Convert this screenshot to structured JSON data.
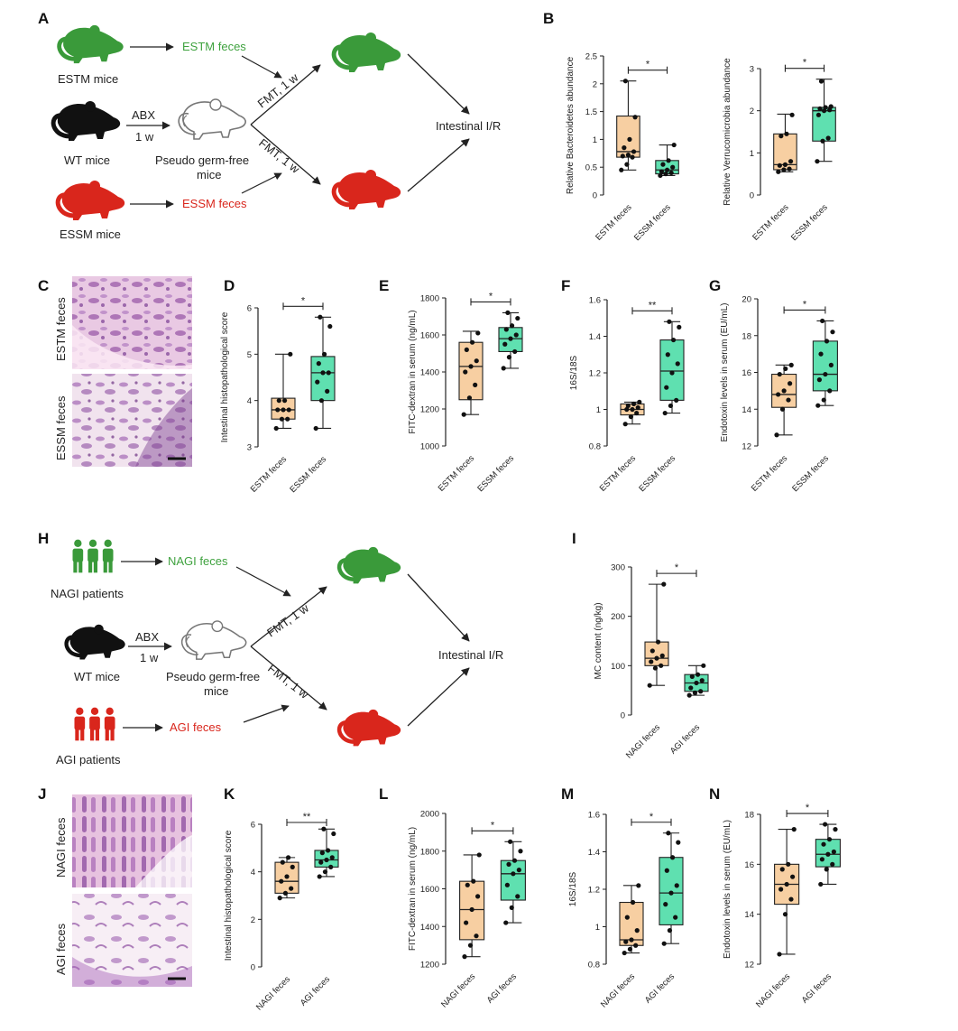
{
  "colors": {
    "green": "#3a9a3a",
    "black": "#111111",
    "red": "#d9261c",
    "box_orange": "#f7cfa2",
    "box_teal": "#5fe0b0",
    "green_text": "#3fa23f",
    "red_text": "#d9261c"
  },
  "panel_labels": [
    "A",
    "B",
    "C",
    "D",
    "E",
    "F",
    "G",
    "H",
    "I",
    "J",
    "K",
    "L",
    "M",
    "N"
  ],
  "schemeA": {
    "estm_mice": "ESTM mice",
    "estm_feces": "ESTM feces",
    "wt_mice": "WT mice",
    "abx": "ABX",
    "one_w": "1 w",
    "pgf_line1": "Pseudo germ-free",
    "pgf_line2": "mice",
    "essm_mice": "ESSM mice",
    "essm_feces": "ESSM feces",
    "fmt_top": "FMT, 1 w",
    "fmt_bottom": "FMT, 1 w",
    "outcome": "Intestinal I/R"
  },
  "schemeH": {
    "nagi_patients": "NAGI patients",
    "nagi_feces": "NAGI feces",
    "wt_mice": "WT mice",
    "abx": "ABX",
    "one_w": "1 w",
    "pgf_line1": "Pseudo germ-free",
    "pgf_line2": "mice",
    "agi_patients": "AGI patients",
    "agi_feces": "AGI feces",
    "fmt_top": "FMT, 1 w",
    "fmt_bottom": "FMT, 1 w",
    "outcome": "Intestinal I/R"
  },
  "histology": {
    "C_top": "ESTM feces",
    "C_bottom": "ESSM feces",
    "J_top": "NAGI feces",
    "J_bottom": "AGI feces"
  },
  "chart_data": [
    {
      "id": "B1",
      "type": "box",
      "ylabel": "Relative Bacteroidetes abundance",
      "ylim": [
        0,
        2.5
      ],
      "ticks": [
        0.0,
        0.5,
        1.0,
        1.5,
        2.0,
        2.5
      ],
      "categories": [
        "ESTM feces",
        "ESSM feces"
      ],
      "significance": "*",
      "boxes": [
        {
          "min": 0.45,
          "q1": 0.68,
          "median": 0.78,
          "q3": 1.42,
          "max": 2.05,
          "points": [
            0.45,
            0.55,
            0.68,
            0.7,
            0.72,
            0.78,
            0.85,
            1.0,
            1.4,
            2.05
          ]
        },
        {
          "min": 0.35,
          "q1": 0.38,
          "median": 0.45,
          "q3": 0.62,
          "max": 0.9,
          "points": [
            0.35,
            0.38,
            0.4,
            0.42,
            0.45,
            0.5,
            0.55,
            0.62,
            0.9
          ]
        }
      ]
    },
    {
      "id": "B2",
      "type": "box",
      "ylabel": "Relative Verrucomicrobia abundance",
      "ylim": [
        0,
        3
      ],
      "ticks": [
        0,
        1,
        2,
        3
      ],
      "categories": [
        "ESTM feces",
        "ESSM feces"
      ],
      "significance": "*",
      "boxes": [
        {
          "min": 0.55,
          "q1": 0.6,
          "median": 0.72,
          "q3": 1.45,
          "max": 1.92,
          "points": [
            0.55,
            0.6,
            0.62,
            0.7,
            0.72,
            0.8,
            1.4,
            1.45,
            1.9
          ]
        },
        {
          "min": 0.8,
          "q1": 1.28,
          "median": 2.0,
          "q3": 2.08,
          "max": 2.75,
          "points": [
            0.8,
            1.28,
            1.35,
            1.9,
            2.0,
            2.02,
            2.05,
            2.08,
            2.1,
            2.7
          ]
        }
      ]
    },
    {
      "id": "D",
      "type": "box",
      "ylabel": "Intestinal histopathological score",
      "ylim": [
        3,
        6
      ],
      "ticks": [
        3,
        4,
        5,
        6
      ],
      "categories": [
        "ESTM feces",
        "ESSM feces"
      ],
      "significance": "*",
      "boxes": [
        {
          "min": 3.4,
          "q1": 3.6,
          "median": 3.8,
          "q3": 4.05,
          "max": 5.0,
          "points": [
            3.4,
            3.6,
            3.6,
            3.8,
            3.8,
            3.8,
            4.0,
            4.0,
            5.0
          ]
        },
        {
          "min": 3.4,
          "q1": 4.0,
          "median": 4.6,
          "q3": 4.95,
          "max": 5.8,
          "points": [
            3.4,
            4.0,
            4.2,
            4.4,
            4.6,
            4.6,
            4.8,
            5.0,
            5.6,
            5.8
          ]
        }
      ]
    },
    {
      "id": "E",
      "type": "box",
      "ylabel": "FITC-dextran in serum (ng/mL)",
      "ylim": [
        1000,
        1800
      ],
      "ticks": [
        1000,
        1200,
        1400,
        1600,
        1800
      ],
      "categories": [
        "ESTM feces",
        "ESSM feces"
      ],
      "significance": "*",
      "boxes": [
        {
          "min": 1170,
          "q1": 1250,
          "median": 1430,
          "q3": 1560,
          "max": 1620,
          "points": [
            1170,
            1260,
            1330,
            1400,
            1430,
            1460,
            1520,
            1560,
            1610
          ]
        },
        {
          "min": 1420,
          "q1": 1510,
          "median": 1580,
          "q3": 1640,
          "max": 1720,
          "points": [
            1420,
            1480,
            1510,
            1550,
            1580,
            1600,
            1630,
            1650,
            1690,
            1720
          ]
        }
      ]
    },
    {
      "id": "F",
      "type": "box",
      "ylabel": "16S/18S",
      "ylim": [
        0.8,
        1.6
      ],
      "ticks": [
        0.8,
        1.0,
        1.2,
        1.4,
        1.6
      ],
      "categories": [
        "ESTM feces",
        "ESSM feces"
      ],
      "significance": "**",
      "boxes": [
        {
          "min": 0.92,
          "q1": 0.97,
          "median": 1.0,
          "q3": 1.03,
          "max": 1.04,
          "points": [
            0.92,
            0.96,
            0.98,
            1.0,
            1.0,
            1.01,
            1.02,
            1.03,
            1.04
          ]
        },
        {
          "min": 0.98,
          "q1": 1.05,
          "median": 1.21,
          "q3": 1.38,
          "max": 1.48,
          "points": [
            0.98,
            1.02,
            1.05,
            1.12,
            1.2,
            1.25,
            1.3,
            1.38,
            1.45,
            1.48
          ]
        }
      ]
    },
    {
      "id": "G",
      "type": "box",
      "ylabel": "Endotoxin levels in serum (EU/mL)",
      "ylim": [
        12,
        20
      ],
      "ticks": [
        12,
        14,
        16,
        18,
        20
      ],
      "categories": [
        "ESTM feces",
        "ESSM feces"
      ],
      "significance": "*",
      "boxes": [
        {
          "min": 12.6,
          "q1": 14.1,
          "median": 14.8,
          "q3": 15.9,
          "max": 16.4,
          "points": [
            12.6,
            14.0,
            14.5,
            14.8,
            15.0,
            15.4,
            15.9,
            16.2,
            16.4
          ]
        },
        {
          "min": 14.2,
          "q1": 15.0,
          "median": 15.9,
          "q3": 17.7,
          "max": 18.8,
          "points": [
            14.2,
            14.5,
            15.0,
            15.6,
            15.9,
            16.4,
            17.0,
            17.7,
            18.2,
            18.8
          ]
        }
      ]
    },
    {
      "id": "I",
      "type": "box",
      "ylabel": "MC content (ng/kg)",
      "ylim": [
        0,
        300
      ],
      "ticks": [
        0,
        100,
        200,
        300
      ],
      "categories": [
        "NAGI feces",
        "AGI feces"
      ],
      "significance": "*",
      "boxes": [
        {
          "min": 60,
          "q1": 100,
          "median": 115,
          "q3": 148,
          "max": 265,
          "points": [
            60,
            95,
            100,
            108,
            115,
            120,
            130,
            148,
            265
          ]
        },
        {
          "min": 40,
          "q1": 48,
          "median": 65,
          "q3": 82,
          "max": 100,
          "points": [
            40,
            45,
            48,
            55,
            65,
            70,
            78,
            82,
            100
          ]
        }
      ]
    },
    {
      "id": "K",
      "type": "box",
      "ylabel": "Intestinal histopathological score",
      "ylim": [
        0,
        6
      ],
      "ticks": [
        0,
        2,
        4,
        6
      ],
      "categories": [
        "NAGI feces",
        "AGI feces"
      ],
      "significance": "**",
      "boxes": [
        {
          "min": 2.9,
          "q1": 3.1,
          "median": 3.6,
          "q3": 4.4,
          "max": 4.6,
          "points": [
            2.9,
            3.1,
            3.3,
            3.6,
            3.8,
            4.2,
            4.4,
            4.6
          ]
        },
        {
          "min": 3.8,
          "q1": 4.2,
          "median": 4.5,
          "q3": 4.9,
          "max": 5.8,
          "points": [
            3.8,
            4.0,
            4.2,
            4.4,
            4.5,
            4.6,
            4.8,
            4.9,
            5.6,
            5.8
          ]
        }
      ]
    },
    {
      "id": "L",
      "type": "box",
      "ylabel": "FITC-dextran in serum (ng/mL)",
      "ylim": [
        1200,
        2000
      ],
      "ticks": [
        1200,
        1400,
        1600,
        1800,
        2000
      ],
      "categories": [
        "NAGI feces",
        "AGI feces"
      ],
      "significance": "*",
      "boxes": [
        {
          "min": 1240,
          "q1": 1330,
          "median": 1490,
          "q3": 1640,
          "max": 1780,
          "points": [
            1240,
            1300,
            1350,
            1420,
            1490,
            1560,
            1620,
            1640,
            1780
          ]
        },
        {
          "min": 1420,
          "q1": 1540,
          "median": 1680,
          "q3": 1750,
          "max": 1850,
          "points": [
            1420,
            1500,
            1560,
            1620,
            1680,
            1700,
            1730,
            1750,
            1800,
            1850
          ]
        }
      ]
    },
    {
      "id": "M",
      "type": "box",
      "ylabel": "16S/18S",
      "ylim": [
        0.8,
        1.6
      ],
      "ticks": [
        0.8,
        1.0,
        1.2,
        1.4,
        1.6
      ],
      "categories": [
        "NAGI feces",
        "AGI feces"
      ],
      "significance": "*",
      "boxes": [
        {
          "min": 0.86,
          "q1": 0.9,
          "median": 0.93,
          "q3": 1.13,
          "max": 1.22,
          "points": [
            0.86,
            0.88,
            0.9,
            0.92,
            0.93,
            0.98,
            1.05,
            1.13,
            1.22
          ]
        },
        {
          "min": 0.91,
          "q1": 1.01,
          "median": 1.18,
          "q3": 1.37,
          "max": 1.5,
          "points": [
            0.91,
            0.98,
            1.05,
            1.12,
            1.18,
            1.22,
            1.3,
            1.37,
            1.45,
            1.5
          ]
        }
      ]
    },
    {
      "id": "N",
      "type": "box",
      "ylabel": "Endotoxin levels in serum (EU/mL)",
      "ylim": [
        12,
        18
      ],
      "ticks": [
        12,
        14,
        16,
        18
      ],
      "categories": [
        "NAGI feces",
        "AGI feces"
      ],
      "significance": "*",
      "boxes": [
        {
          "min": 12.4,
          "q1": 14.4,
          "median": 15.2,
          "q3": 16.0,
          "max": 17.4,
          "points": [
            12.4,
            14.0,
            14.6,
            15.0,
            15.2,
            15.5,
            15.8,
            16.0,
            17.4
          ]
        },
        {
          "min": 15.2,
          "q1": 15.9,
          "median": 16.4,
          "q3": 17.0,
          "max": 17.6,
          "points": [
            15.2,
            15.8,
            16.0,
            16.2,
            16.4,
            16.5,
            16.8,
            17.0,
            17.4,
            17.6
          ]
        }
      ]
    }
  ]
}
